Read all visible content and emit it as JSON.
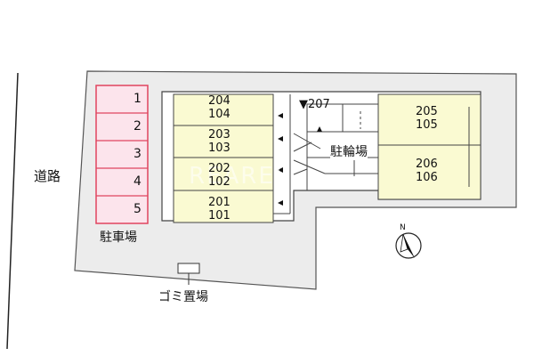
{
  "labels": {
    "road": "道路",
    "parking": "駐車場",
    "bicycle_parking": "駐輪場",
    "garbage": "ゴミ置場",
    "north": "N",
    "watermark": "REAREL"
  },
  "parking_spaces": [
    "1",
    "2",
    "3",
    "4",
    "5"
  ],
  "units_left": [
    {
      "upper": "204",
      "lower": "104"
    },
    {
      "upper": "203",
      "lower": "103"
    },
    {
      "upper": "202",
      "lower": "102"
    },
    {
      "upper": "201",
      "lower": "101"
    }
  ],
  "units_right": [
    {
      "upper": "205",
      "lower": "105"
    },
    {
      "upper": "206",
      "lower": "106"
    }
  ],
  "unit_207": "▼207",
  "colors": {
    "lot_fill": "#ececec",
    "unit_fill": "#fafad2",
    "parking_fill": "#fce4ec",
    "parking_stroke": "#e0455f"
  }
}
